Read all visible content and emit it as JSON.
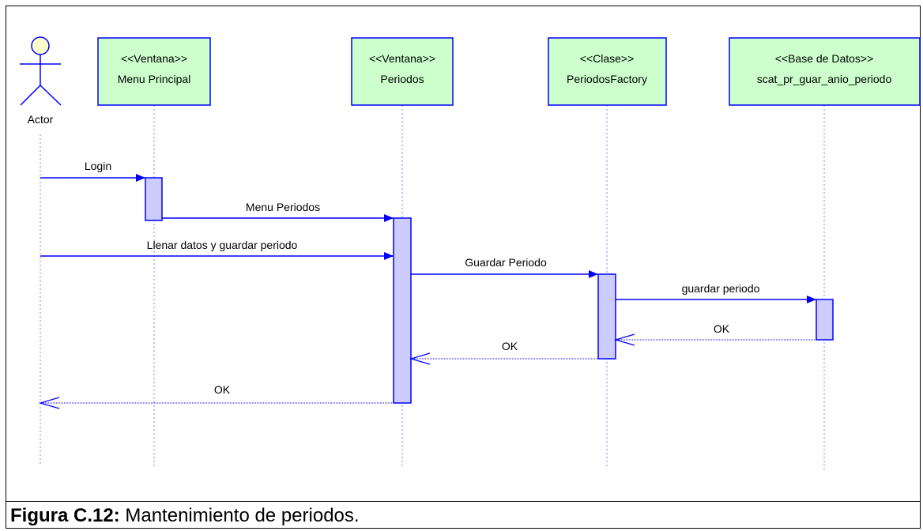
{
  "diagram": {
    "actor": {
      "label": "Actor"
    },
    "lifelines": [
      {
        "stereotype": "<<Ventana>>",
        "name": "Menu Principal"
      },
      {
        "stereotype": "<<Ventana>>",
        "name": "Periodos"
      },
      {
        "stereotype": "<<Clase>>",
        "name": "PeriodosFactory"
      },
      {
        "stereotype": "<<Base de Datos>>",
        "name": "scat_pr_guar_anio_periodo"
      }
    ],
    "messages": [
      {
        "label": "Login",
        "from": "Actor",
        "to": "Menu Principal",
        "kind": "call"
      },
      {
        "label": "Menu Periodos",
        "from": "Menu Principal",
        "to": "Periodos",
        "kind": "call"
      },
      {
        "label": "Llenar datos y guardar periodo",
        "from": "Actor",
        "to": "Periodos",
        "kind": "call"
      },
      {
        "label": "Guardar Periodo",
        "from": "Periodos",
        "to": "PeriodosFactory",
        "kind": "call"
      },
      {
        "label": "guardar periodo",
        "from": "PeriodosFactory",
        "to": "scat_pr_guar_anio_periodo",
        "kind": "call"
      },
      {
        "label": "OK",
        "from": "scat_pr_guar_anio_periodo",
        "to": "PeriodosFactory",
        "kind": "return"
      },
      {
        "label": "OK",
        "from": "PeriodosFactory",
        "to": "Periodos",
        "kind": "return"
      },
      {
        "label": "OK",
        "from": "Periodos",
        "to": "Actor",
        "kind": "return"
      }
    ],
    "colors": {
      "box_fill": "#ccffcc",
      "box_border": "#0000ff",
      "activation_fill": "#ccccff",
      "arrow": "#0000ff",
      "actor_head": "#ffffcc"
    }
  },
  "caption": {
    "figure_label": "Figura C.12:",
    "text": " Mantenimiento de periodos."
  }
}
